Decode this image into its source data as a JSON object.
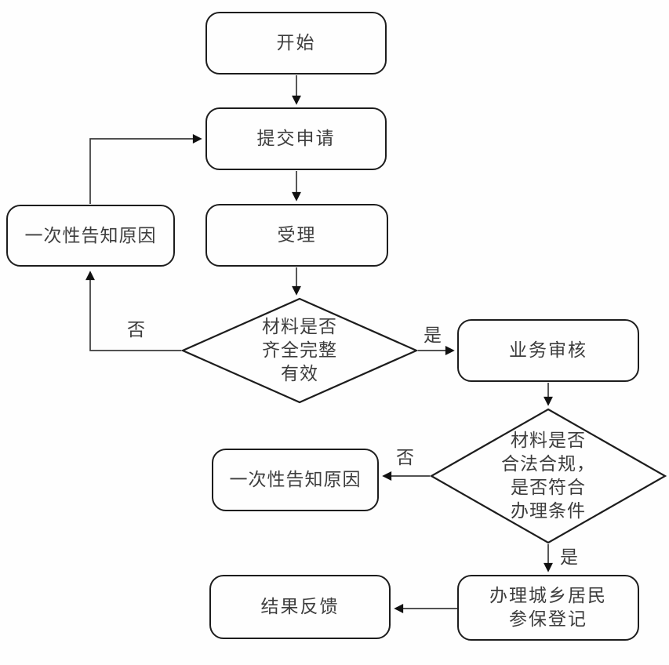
{
  "diagram": {
    "type": "flowchart",
    "language": "zh-CN",
    "colors": {
      "background": "#fefefe",
      "node_border": "#1d1d1d",
      "connector": "#3a3a3a",
      "text": "#3d3d3d"
    },
    "nodes": [
      {
        "id": "start",
        "shape": "rounded-rect",
        "label": "开始"
      },
      {
        "id": "submit",
        "shape": "rounded-rect",
        "label": "提交申请"
      },
      {
        "id": "accept",
        "shape": "rounded-rect",
        "label": "受理"
      },
      {
        "id": "notify1",
        "shape": "rounded-rect",
        "label": "一次性告知原因"
      },
      {
        "id": "check1",
        "shape": "diamond",
        "label": "材料是否\n齐全完整\n有效"
      },
      {
        "id": "review",
        "shape": "rounded-rect",
        "label": "业务审核"
      },
      {
        "id": "check2",
        "shape": "diamond",
        "label": "材料是否\n合法合规，\n是否符合\n办理条件"
      },
      {
        "id": "notify2",
        "shape": "rounded-rect",
        "label": "一次性告知原因"
      },
      {
        "id": "process",
        "shape": "rounded-rect",
        "label": "办理城乡居民\n参保登记"
      },
      {
        "id": "feedback",
        "shape": "rounded-rect",
        "label": "结果反馈"
      }
    ],
    "edges": [
      {
        "from": "start",
        "to": "submit",
        "label": ""
      },
      {
        "from": "submit",
        "to": "accept",
        "label": ""
      },
      {
        "from": "accept",
        "to": "check1",
        "label": ""
      },
      {
        "from": "check1",
        "to": "review",
        "label": "是"
      },
      {
        "from": "check1",
        "to": "notify1",
        "label": "否"
      },
      {
        "from": "notify1",
        "to": "submit",
        "label": ""
      },
      {
        "from": "review",
        "to": "check2",
        "label": ""
      },
      {
        "from": "check2",
        "to": "notify2",
        "label": "否"
      },
      {
        "from": "check2",
        "to": "process",
        "label": "是"
      },
      {
        "from": "process",
        "to": "feedback",
        "label": ""
      }
    ]
  }
}
